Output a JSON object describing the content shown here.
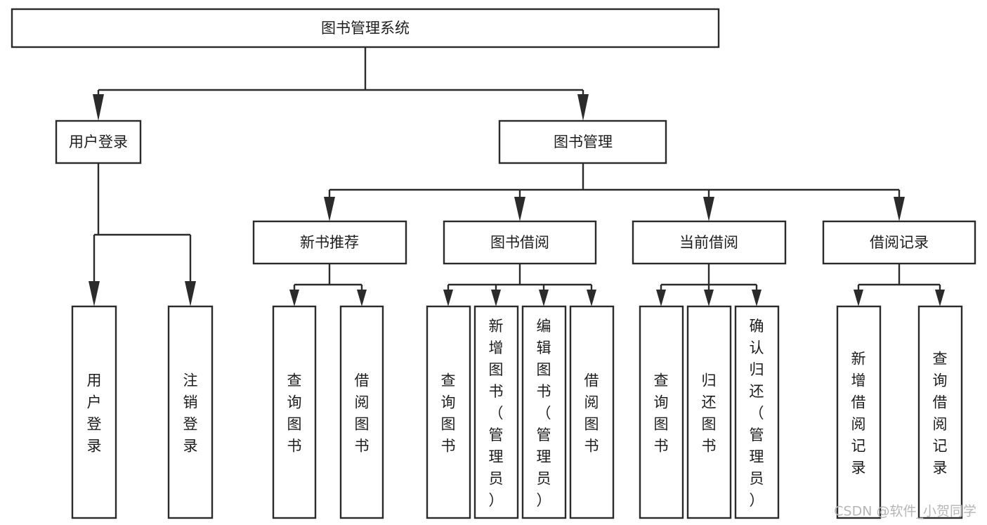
{
  "diagram": {
    "title": "图书管理系统",
    "type": "tree",
    "orientation": "top-down",
    "colors": {
      "stroke": "#2b2b2b",
      "box_fill": "#ffffff",
      "text": "#1d1d1d",
      "background": "#ffffff",
      "watermark": "#b6b6b6"
    },
    "root": {
      "id": "root",
      "label": "图书管理系统",
      "orientation": "horizontal"
    },
    "level2": [
      {
        "id": "user-login",
        "label": "用户登录",
        "orientation": "horizontal"
      },
      {
        "id": "book-manage",
        "label": "图书管理",
        "orientation": "horizontal"
      }
    ],
    "level3": [
      {
        "id": "new-book-recommend",
        "label": "新书推荐",
        "orientation": "horizontal",
        "parent": "book-manage"
      },
      {
        "id": "book-borrow",
        "label": "图书借阅",
        "orientation": "horizontal",
        "parent": "book-manage"
      },
      {
        "id": "current-borrow",
        "label": "当前借阅",
        "orientation": "horizontal",
        "parent": "book-manage"
      },
      {
        "id": "borrow-record",
        "label": "借阅记录",
        "orientation": "horizontal",
        "parent": "book-manage"
      }
    ],
    "leaves": [
      {
        "id": "leaf-user-login",
        "label": "用户登录",
        "parent": "user-login",
        "orientation": "vertical"
      },
      {
        "id": "leaf-user-logout",
        "label": "注销登录",
        "parent": "user-login",
        "orientation": "vertical"
      },
      {
        "id": "leaf-query-book-1",
        "label": "查询图书",
        "parent": "new-book-recommend",
        "orientation": "vertical"
      },
      {
        "id": "leaf-borrow-book-1",
        "label": "借阅图书",
        "parent": "new-book-recommend",
        "orientation": "vertical"
      },
      {
        "id": "leaf-query-book-2",
        "label": "查询图书",
        "parent": "book-borrow",
        "orientation": "vertical"
      },
      {
        "id": "leaf-add-book",
        "label": "新增图书（管理员）",
        "parent": "book-borrow",
        "orientation": "vertical"
      },
      {
        "id": "leaf-edit-book",
        "label": "编辑图书（管理员）",
        "parent": "book-borrow",
        "orientation": "vertical"
      },
      {
        "id": "leaf-borrow-book-2",
        "label": "借阅图书",
        "parent": "book-borrow",
        "orientation": "vertical"
      },
      {
        "id": "leaf-query-book-3",
        "label": "查询图书",
        "parent": "current-borrow",
        "orientation": "vertical"
      },
      {
        "id": "leaf-return-book",
        "label": "归还图书",
        "parent": "current-borrow",
        "orientation": "vertical"
      },
      {
        "id": "leaf-confirm-return",
        "label": "确认归还（管理员）",
        "parent": "current-borrow",
        "orientation": "vertical"
      },
      {
        "id": "leaf-add-record",
        "label": "新增借阅记录",
        "parent": "borrow-record",
        "orientation": "vertical"
      },
      {
        "id": "leaf-query-record",
        "label": "查询借阅记录",
        "parent": "borrow-record",
        "orientation": "vertical"
      }
    ]
  },
  "watermark": {
    "text": "CSDN @软件_小贺同学"
  }
}
